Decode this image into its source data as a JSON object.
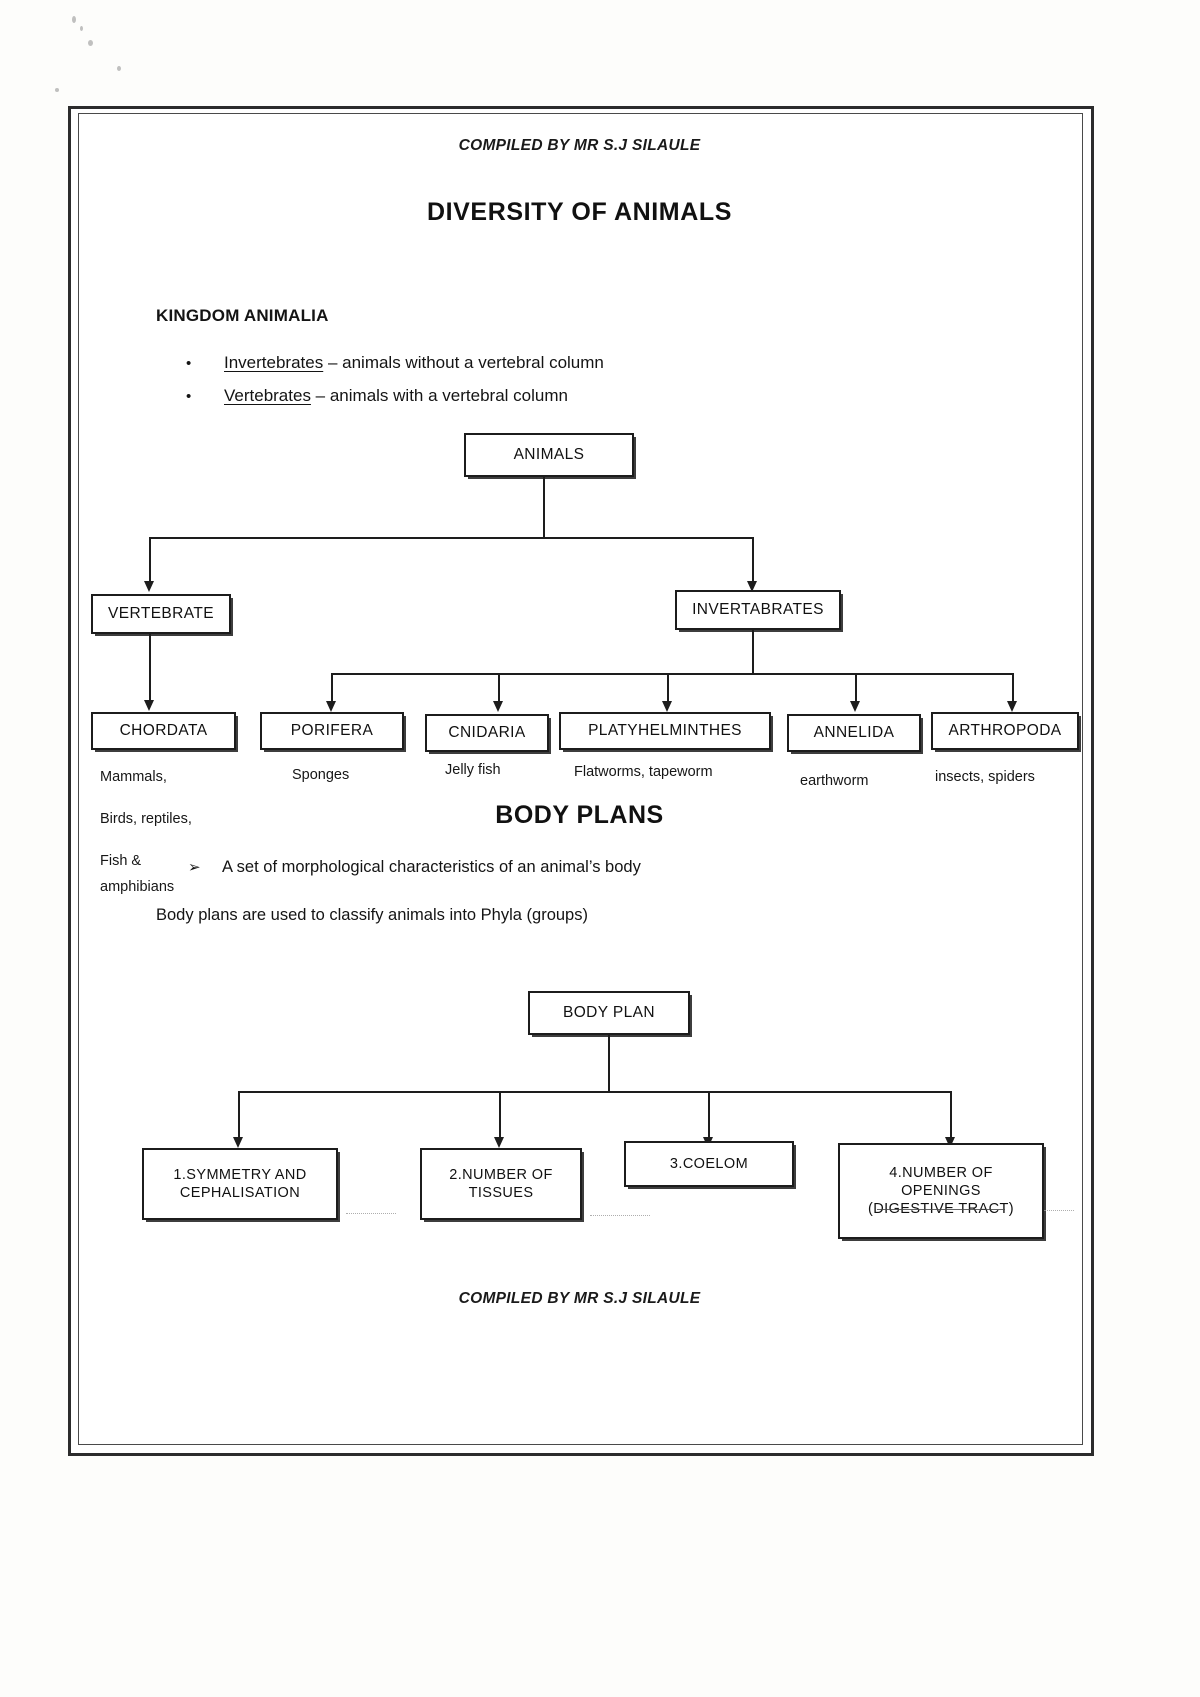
{
  "document": {
    "header_note": "COMPILED BY MR S.J SILAULE",
    "footer_note": "COMPILED BY MR S.J SILAULE",
    "title": "DIVERSITY OF ANIMALS"
  },
  "kingdom_section": {
    "heading": "KINGDOM ANIMALIA",
    "bullets": [
      {
        "marker": "•",
        "term": "Invertebrates",
        "rest": " – animals without a vertebral column"
      },
      {
        "marker": "•",
        "term": "Vertebrates",
        "rest": " – animals with a vertebral column"
      }
    ]
  },
  "animal_chart": {
    "root": "ANIMALS",
    "level2": [
      {
        "label": "VERTEBRATE"
      },
      {
        "label": "INVERTABRATES"
      }
    ],
    "phyla": [
      {
        "label": "CHORDATA",
        "examples": "Mammals,"
      },
      {
        "label": "PORIFERA",
        "examples": "Sponges"
      },
      {
        "label": "CNIDARIA",
        "examples": "Jelly fish"
      },
      {
        "label": "PLATYHELMINTHES",
        "examples": "Flatworms, tapeworm"
      },
      {
        "label": "ANNELIDA",
        "examples": "earthworm"
      },
      {
        "label": "ARTHROPODA",
        "examples": "insects, spiders"
      }
    ],
    "chordata_extra_lines": [
      "Birds, reptiles,",
      "Fish &",
      "amphibians"
    ]
  },
  "body_plans_section": {
    "title": "BODY PLANS",
    "bullet": {
      "marker": "➢",
      "text": "A set of morphological characteristics of an animal’s body"
    },
    "note": "Body plans are used to classify animals into Phyla (groups)",
    "chart": {
      "root": "BODY PLAN",
      "items": [
        {
          "lines": [
            "1.SYMMETRY AND",
            "CEPHALISATION"
          ]
        },
        {
          "lines": [
            "2.NUMBER OF",
            "TISSUES"
          ]
        },
        {
          "lines": [
            "3.COELOM"
          ]
        },
        {
          "lines": [
            "4.NUMBER OF",
            "OPENINGS",
            "(DIGESTIVE TRACT)"
          ]
        }
      ]
    }
  }
}
